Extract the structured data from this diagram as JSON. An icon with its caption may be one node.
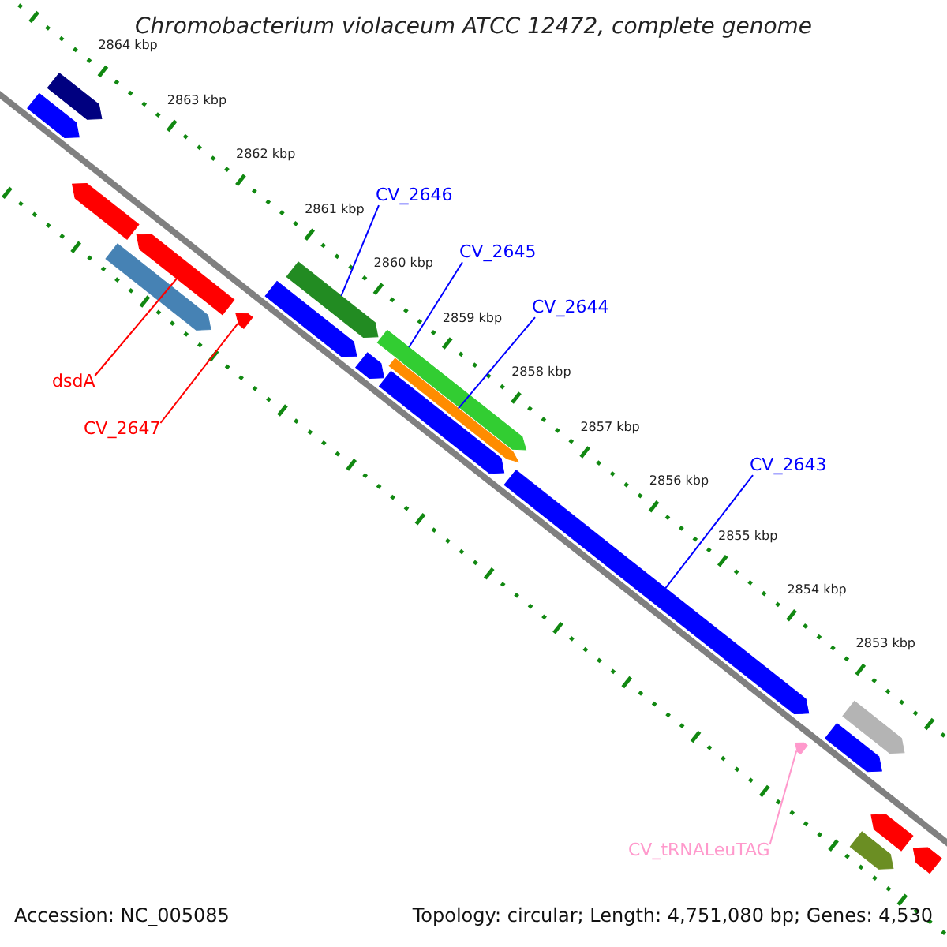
{
  "diagram": {
    "title": "Chromobacterium violaceum ATCC 12472, complete genome",
    "nodes": [
      {
        "text": [
          "CV_2646"
        ]
      },
      {
        "text": [],
        "shape": "bar"
      },
      {
        "text": [
          "CV_2645"
        ]
      },
      {
        "text": [],
        "shape": "bar"
      },
      {
        "text": [
          "CV_2644"
        ]
      },
      {
        "text": [],
        "shape": "bar"
      },
      {
        "text": [
          "CV_2643"
        ]
      },
      {
        "text": [],
        "shape": "bar"
      },
      {
        "text": [
          "dsdA"
        ]
      },
      {
        "text": [],
        "shape": "bar"
      },
      {
        "text": [
          "CV_2647"
        ]
      },
      {
        "text": [],
        "shape": "bar"
      },
      {
        "text": [
          "CV_tRNALeuTAG"
        ]
      },
      {
        "text": [],
        "shape": "bar"
      },
      {
        "text": [],
        "shape": "bar"
      },
      {
        "text": [],
        "shape": "bar"
      },
      {
        "text": [],
        "shape": "bar"
      },
      {
        "text": [],
        "shape": "bar"
      },
      {
        "text": [],
        "shape": "bar"
      },
      {
        "text": [],
        "shape": "bar"
      },
      {
        "text": [],
        "shape": "bar"
      },
      {
        "text": [],
        "shape": "bar"
      },
      {
        "text": [],
        "shape": "bar"
      },
      {
        "text": [],
        "shape": "bar"
      },
      {
        "text": [],
        "shape": "bar"
      },
      {
        "text": [],
        "shape": "bar"
      }
    ],
    "edges": [
      {
        "from": 0,
        "to": 1,
        "arrow": "none"
      },
      {
        "from": 2,
        "to": 3,
        "arrow": "none"
      },
      {
        "from": 4,
        "to": 5,
        "arrow": "none"
      },
      {
        "from": 6,
        "to": 7,
        "arrow": "none"
      },
      {
        "from": 8,
        "to": 9,
        "arrow": "none",
        "color": "#ff0000"
      },
      {
        "from": 10,
        "to": 11,
        "arrow": "none",
        "color": "#ff0000"
      },
      {
        "from": 12,
        "to": 13,
        "arrow": "none",
        "color": "#ff99cc"
      }
    ],
    "labels": [
      "2864 kbp",
      "2863 kbp",
      "2862 kbp",
      "2861 kbp",
      "2860 kbp",
      "2859 kbp",
      "2858 kbp",
      "2857 kbp",
      "2856 kbp",
      "2855 kbp",
      "2854 kbp",
      "2853 kbp",
      "Accession: NC_005085",
      "Topology: circular; Length: 4,751,080 bp; Genes: 4,530"
    ]
  }
}
